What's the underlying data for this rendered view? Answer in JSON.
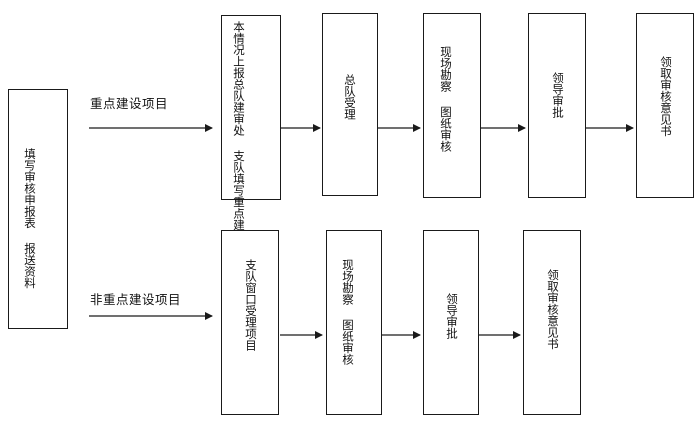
{
  "start_box": {
    "text": "填写审核申报表 报送资料"
  },
  "branch_labels": {
    "key_project": "重点建设项目",
    "non_key_project": "非重点建设项目"
  },
  "top_row": {
    "step1": "本情况上报总队建审处 支队填写重点建设项目基",
    "step2": "总队受理",
    "step3": "现场勘察 图纸审核",
    "step4": "领导审批",
    "step5": "领取审核意见书"
  },
  "bottom_row": {
    "step1": "支队窗口受理项目",
    "step2": "现场勘察 图纸审核",
    "step3": "领导审批",
    "step4": "领取审核意见书"
  },
  "colors": {
    "stroke": "#1a1a1a",
    "background": "#ffffff"
  }
}
